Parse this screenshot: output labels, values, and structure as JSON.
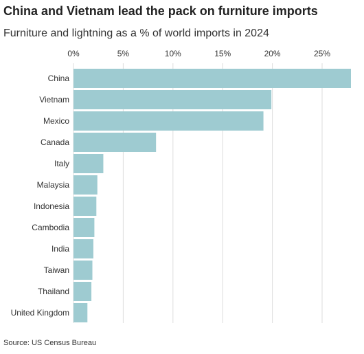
{
  "title": "China and Vietnam lead the pack on furniture imports",
  "subtitle": "Furniture and lightning as a % of world imports in 2024",
  "source": "Source: US Census Bureau",
  "colors": {
    "bar": "#9ecbd1",
    "grid": "#dddddd",
    "text": "#333333"
  },
  "chart_data": {
    "type": "bar",
    "orientation": "horizontal",
    "categories": [
      "China",
      "Vietnam",
      "Mexico",
      "Canada",
      "Italy",
      "Malaysia",
      "Indonesia",
      "Cambodia",
      "India",
      "Taiwan",
      "Thailand",
      "United Kingdom"
    ],
    "values": [
      27.9,
      19.9,
      19.1,
      8.3,
      3.0,
      2.4,
      2.3,
      2.1,
      2.0,
      1.9,
      1.8,
      1.4
    ],
    "ticks": [
      0,
      5,
      10,
      15,
      20,
      25
    ],
    "tick_labels": [
      "0%",
      "5%",
      "10%",
      "15%",
      "20%",
      "25%"
    ],
    "xlim": [
      0,
      27.9
    ],
    "grid": true,
    "axis_position": "top"
  }
}
